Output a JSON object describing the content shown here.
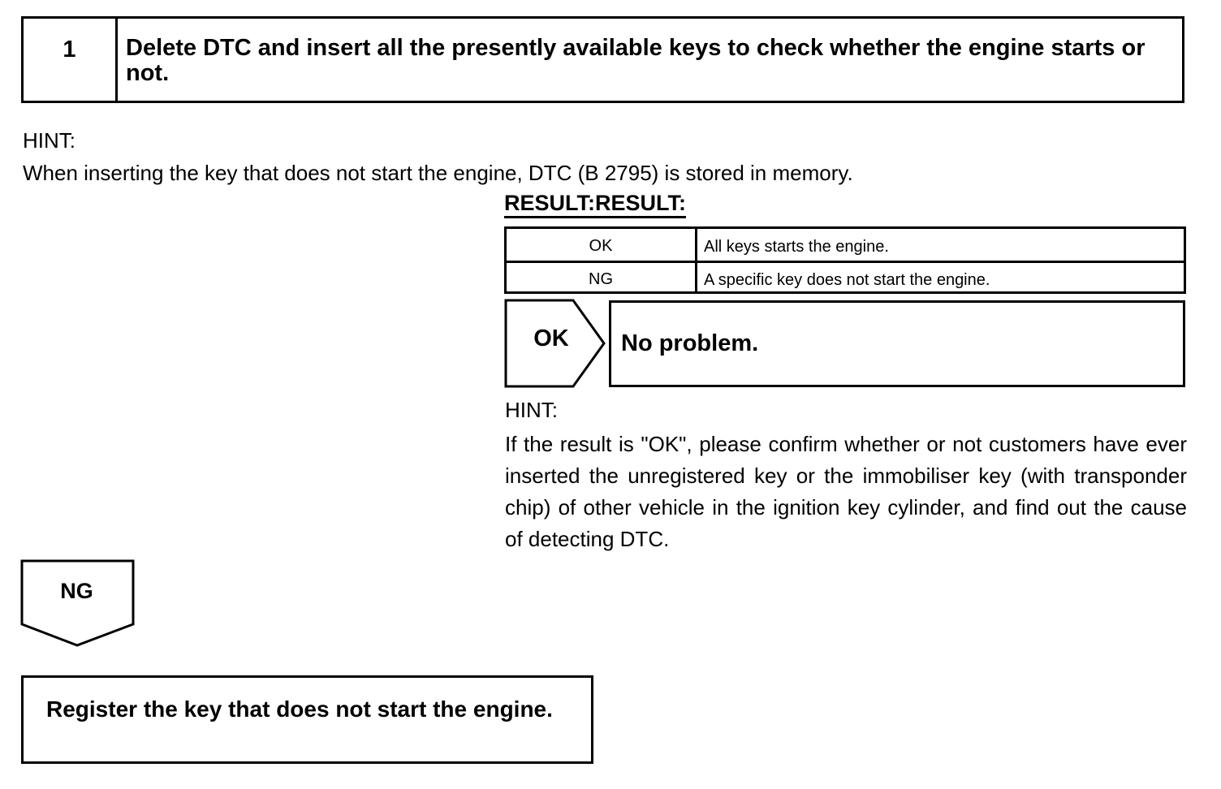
{
  "step": {
    "number": "1",
    "text": "Delete DTC and insert all the presently available keys to check whether the engine starts or not."
  },
  "hint_top": {
    "label": "HINT:",
    "text": "When inserting the key that does not start the engine, DTC (B 2795) is stored in memory."
  },
  "result": {
    "title": "RESULT:RESULT:",
    "rows": [
      {
        "key": "OK",
        "value": "All keys starts the engine."
      },
      {
        "key": "NG",
        "value": "A specific key does not start the engine."
      }
    ]
  },
  "ok_branch": {
    "label": "OK",
    "text": "No problem."
  },
  "hint_ok": {
    "label": "HINT:",
    "text": "If the result is \"OK\", please confirm whether or not customers have ever inserted the unregistered key or the immobiliser key (with transponder chip) of other vehicle in the ignition key cylinder, and find out the cause of detecting DTC."
  },
  "ng_branch": {
    "label": "NG",
    "action": "Register the key that does not start the engine."
  }
}
